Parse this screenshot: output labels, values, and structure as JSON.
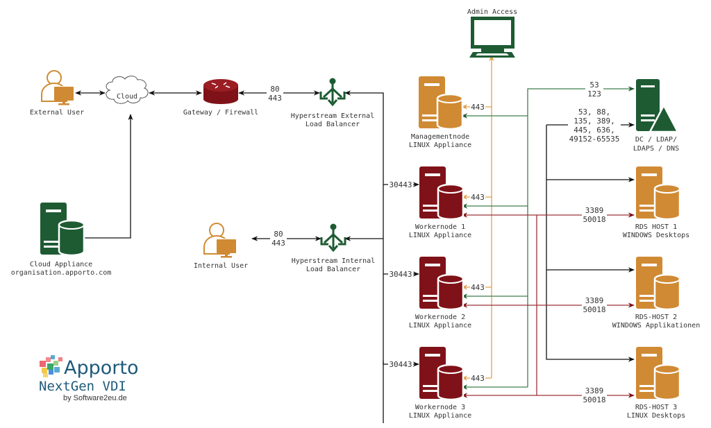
{
  "colors": {
    "orange": "#D08A34",
    "green": "#1E5B33",
    "red": "#7F1218",
    "black": "#111111",
    "orange_line": "#E0A050",
    "green_line": "#3E7D4E",
    "red_line": "#9E3038",
    "logo_blue": "#1F5A7A"
  },
  "nodes": {
    "admin_access": {
      "label": "Admin Access",
      "icon": "monitor-icon"
    },
    "external_user": {
      "label": "External User",
      "icon": "user-workstation-icon"
    },
    "cloud": {
      "label": "Cloud",
      "icon": "cloud-icon"
    },
    "gateway": {
      "label": "Gateway / Firewall",
      "icon": "router-icon"
    },
    "ext_lb": {
      "line1": "Hyperstream External",
      "line2": "Load Balancer",
      "icon": "load-balancer-icon"
    },
    "int_lb": {
      "line1": "Hyperstream Internal",
      "line2": "Load Balancer",
      "icon": "load-balancer-icon"
    },
    "internal_user": {
      "label": "Internal User",
      "icon": "user-workstation-icon"
    },
    "cloud_appliance": {
      "line1": "Cloud Appliance",
      "line2": "organisation.apporto.com",
      "icon": "server-database-icon"
    },
    "managementnode": {
      "line1": "Managementnode",
      "line2": "LINUX Appliance",
      "icon": "server-database-icon"
    },
    "workernode1": {
      "line1": "Workernode 1",
      "line2": "LINUX Appliance",
      "icon": "server-database-icon"
    },
    "workernode2": {
      "line1": "Workernode 2",
      "line2": "LINUX Appliance",
      "icon": "server-database-icon"
    },
    "workernode3": {
      "line1": "Workernode 3",
      "line2": "LINUX Appliance",
      "icon": "server-database-icon"
    },
    "dc": {
      "line1": "DC / LDAP/",
      "line2": "LDAPS / DNS",
      "icon": "server-warning-icon"
    },
    "rds1": {
      "line1": "RDS HOST 1",
      "line2": "WINDOWS Desktops",
      "icon": "server-database-icon"
    },
    "rds2": {
      "line1": "RDS-HOST 2",
      "line2": "WINDOWS Applikationen",
      "icon": "server-database-icon"
    },
    "rds3": {
      "line1": "RDS-HOST 3",
      "line2": "LINUX Desktops",
      "icon": "server-database-icon"
    }
  },
  "ports": {
    "gw_ext_lb": [
      "80",
      "443"
    ],
    "int_user_lb": [
      "80",
      "443"
    ],
    "worker": "30443",
    "admin": "443",
    "dc_green": [
      "53",
      "123"
    ],
    "dc_black": [
      "53, 88,",
      "135, 389,",
      "445, 636,",
      "49152-65535"
    ],
    "rds": [
      "3389",
      "50018"
    ]
  },
  "logo": {
    "brand": "Apporto",
    "product": "NextGen VDI",
    "by": "by Software2eu.de"
  }
}
